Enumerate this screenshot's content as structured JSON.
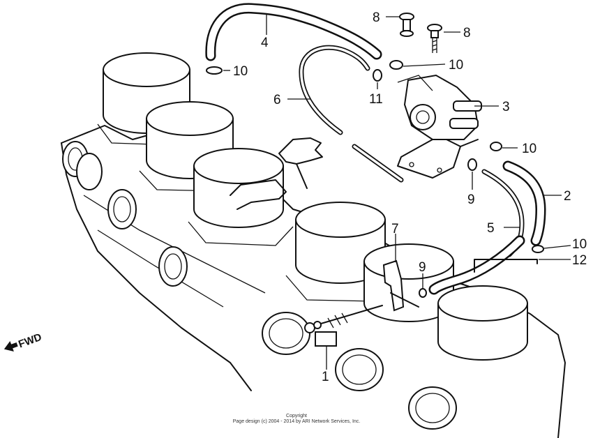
{
  "callouts": {
    "c1": "1",
    "c2": "2",
    "c3": "3",
    "c4": "4",
    "c5": "5",
    "c6": "6",
    "c7": "7",
    "c8a": "8",
    "c8b": "8",
    "c9a": "9",
    "c9b": "9",
    "c10a": "10",
    "c10b": "10",
    "c10c": "10",
    "c10d": "10",
    "c11": "11",
    "c12": "12"
  },
  "fwd_label": "FWD",
  "copyright": {
    "line1": "Copyright",
    "line2": "Page design (c) 2004 - 2014 by ARI Network Services, Inc."
  }
}
